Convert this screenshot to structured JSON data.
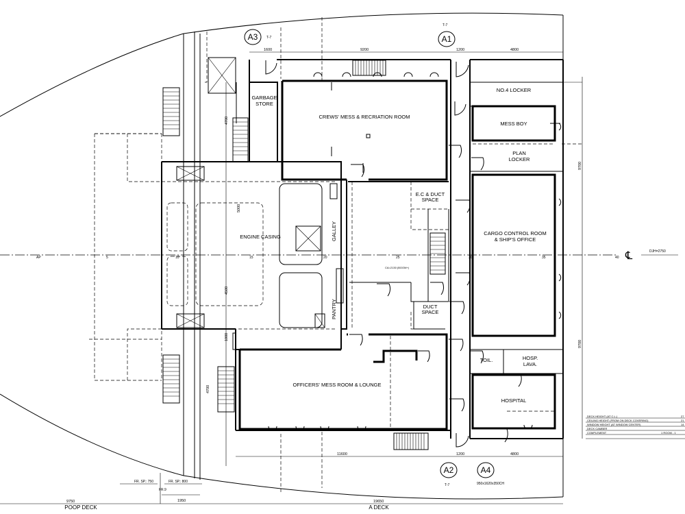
{
  "rooms": {
    "crews_mess": "CREWS' MESS & RECRIATION ROOM",
    "garbage_store": [
      "GARBAGE",
      "STORE"
    ],
    "no4_locker": "NO.4 LOCKER",
    "mess_boy": "MESS BOY",
    "plan_locker": [
      "PLAN",
      "LOCKER"
    ],
    "engine_casing": "ENGINE CASING",
    "galley": "GALLEY",
    "pantry": "PANTRY",
    "ec_duct": [
      "E.C & DUCT",
      "SPACE"
    ],
    "duct_space": [
      "DUCT",
      "SPACE"
    ],
    "cargo_control": [
      "CARGO CONTROL ROOM",
      "& SHIP'S OFFICE"
    ],
    "officers_mess": "OFFICERS' MESS ROOM & LOUNGE",
    "toil": "TOIL.",
    "hosp_lava": [
      "HOSP.",
      "LAVA."
    ],
    "hospital": "HOSPITAL"
  },
  "sections": [
    {
      "id": "A3",
      "ref": "T-7"
    },
    {
      "id": "A1",
      "ref": "T-7"
    },
    {
      "id": "A2",
      "ref": "T-7"
    },
    {
      "id": "A4",
      "ref": "950x1620x350CH"
    }
  ],
  "dimensions": {
    "top": [
      "1600",
      "9200",
      "1200",
      "4800"
    ],
    "bottom": [
      "11600",
      "1200",
      "4800"
    ],
    "right": [
      "9700",
      "9700"
    ],
    "left_vertical": [
      "4700",
      "5000",
      "4500",
      "1000",
      "4700"
    ],
    "deck_bottom": [
      "9750",
      "19650",
      "1950"
    ]
  },
  "frames": [
    "AP",
    "5",
    "10",
    "15",
    "20",
    "25",
    "30",
    "35",
    "40"
  ],
  "frame_spacing": [
    "FR. SP.: 750",
    "FR. SP.: 800",
    "FR.9"
  ],
  "centerline": {
    "symbol": "℄",
    "dh": "DJH=2750"
  },
  "deck_labels": {
    "poop": "POOP DECK",
    "a_deck": "A DECK"
  },
  "ca_note": "CA=2130 (BOOM+)",
  "notes_table": [
    {
      "label": "DECK HEIGHT (AT C.L.)",
      "value": "27"
    },
    {
      "label": "CEILING HEIGHT (FROM ON DECK COVERING)",
      "value": "21"
    },
    {
      "label": "WINDOW HEIGHT (AT WINDOW CENTER)",
      "value": "14"
    },
    {
      "label": "DECK CAMBER",
      "value": ""
    },
    {
      "label": "COMPLEMENT",
      "value": "1 ROOM - 1"
    }
  ]
}
